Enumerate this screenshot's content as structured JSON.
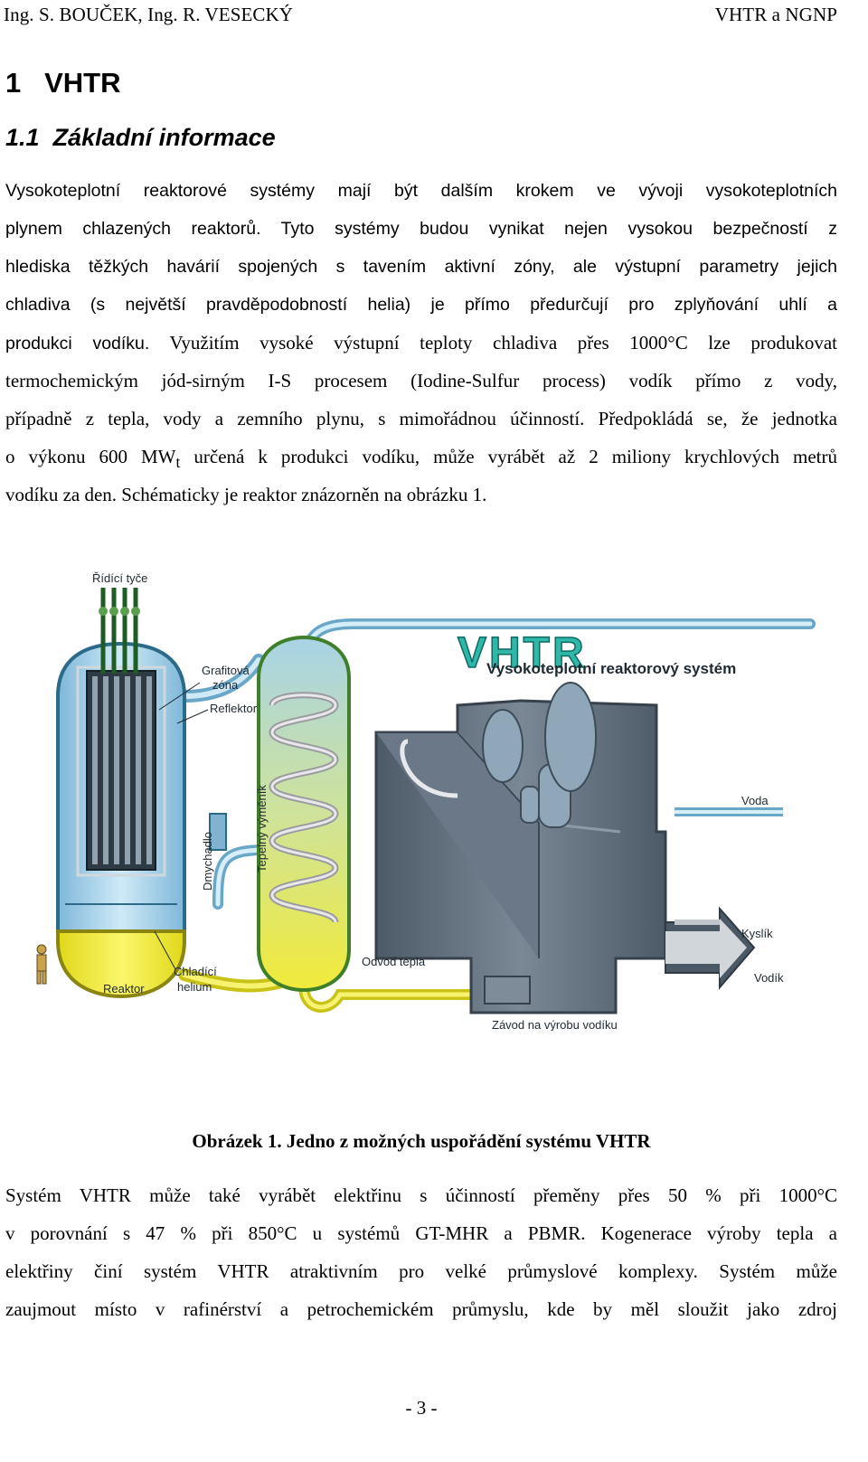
{
  "header": {
    "authors": "Ing. S. BOUČEK, Ing. R. VESECKÝ",
    "short_title": "VHTR a NGNP"
  },
  "chapter": {
    "number": "1",
    "title": "VHTR"
  },
  "section": {
    "number": "1.1",
    "title": "Základní informace"
  },
  "paragraph1": {
    "line1": "Vysokoteplotní reaktorové systémy mají být dalším krokem ve vývoji vysokoteplotních",
    "line2": "plynem chlazených reaktorů. Tyto systémy budou vynikat nejen vysokou bezpečností z",
    "line3": "hlediska těžkých havárií spojených s tavením aktivní zóny, ale výstupní parametry jejich",
    "line4": "chladiva (s největší pravděpodobností helia) je přímo předurčují pro zplyňování uhlí a",
    "line5a": "produkci vodíku.",
    "line5b": "Využitím vysoké výstupní teploty chladiva přes 1000°C lze produkovat",
    "line6": "termochemickým jód-sirným I-S procesem (Iodine-Sulfur process) vodík přímo z vody,",
    "line7": "případně z tepla, vody a zemního plynu, s mimořádnou účinností. Předpokládá se, že jednotka",
    "line8a": "o výkonu 600 MW",
    "line8sub": "t",
    "line8b": " určená k produkci vodíku, může vyrábět až 2 miliony krychlových metrů",
    "line9": "vodíku za den. Schématicky je reaktor znázorněn na obrázku 1."
  },
  "figure": {
    "logo_text": "VHTR",
    "subtitle": "Vysokoteplotní reaktorový systém",
    "labels": {
      "control_rods": "Řídící tyče",
      "graphite_core_1": "Grafitová",
      "graphite_core_2": "zóna",
      "reflector": "Reflektor",
      "heat_exchanger": "Tepelný výměník",
      "blower": "Dmychadlo",
      "coolant_1": "Chladící",
      "coolant_2": "helium",
      "reactor": "Reaktor",
      "heat_removal": "Odvod tepla",
      "water": "Voda",
      "oxygen": "Kyslík",
      "hydrogen": "Vodík",
      "plant": "Závod na výrobu vodíku"
    },
    "colors": {
      "reactor_blue": "#a9d6ee",
      "helium_yellow": "#f3ee2a",
      "plant_gray": "#5c6a78",
      "hx_green": "#c8dc8a"
    }
  },
  "caption": "Obrázek 1. Jedno z možných uspořádění systému VHTR",
  "paragraph2": {
    "line1": "Systém VHTR může také vyrábět elektřinu s účinností přeměny přes 50 % při 1000°C",
    "line2": "v porovnání s 47 % při 850°C u systémů GT-MHR a PBMR. Kogenerace výroby tepla a",
    "line3": "elektřiny činí systém VHTR atraktivním pro velké průmyslové komplexy. Systém může",
    "line4": "zaujmout místo v rafinérství a petrochemickém průmyslu, kde by měl sloužit jako zdroj"
  },
  "footer": {
    "page": "- 3 -"
  }
}
